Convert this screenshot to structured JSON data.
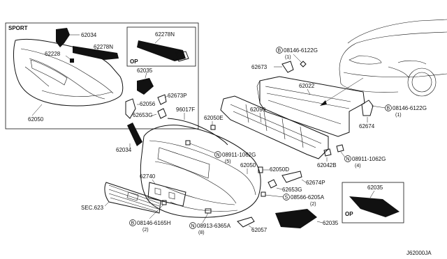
{
  "insets": {
    "sport": "SPORT",
    "op_top": "OP",
    "op_bottom": "OP"
  },
  "parts": {
    "p62034_sport": "62034",
    "p62278N_sport": "62278N",
    "p62228": "62228",
    "p62278N_op": "62278N",
    "p62035_sport": "62035",
    "p62050_sport": "62050",
    "p62673P": "62673P",
    "p62056": "62056",
    "p62653G_left": "62653G",
    "p62034_main": "62034",
    "p96017F": "96017F",
    "p62050E": "62050E",
    "p62090": "62090",
    "p62022": "62022",
    "p62673": "62673",
    "p62674_right": "62674",
    "p62042B": "62042B",
    "p62740": "62740",
    "p62050_main": "62050",
    "p62050D": "62050D",
    "p62674P": "62674P",
    "p62653G_right": "62653G",
    "p62035_main": "62035",
    "p62057": "62057",
    "p62035_op": "62035",
    "sec623": "SEC.623"
  },
  "fasteners": {
    "b1_code": "08146-6122G",
    "b1_qty": "(1)",
    "b2_code": "08146-6122G",
    "b2_qty": "(1)",
    "n1_code": "08911-1062G",
    "n1_qty": "(5)",
    "n2_code": "08911-1062G",
    "n2_qty": "(4)",
    "s1_code": "08566-6205A",
    "s1_qty": "(2)",
    "b3_code": "08146-6165H",
    "b3_qty": "(2)",
    "n3_code": "08913-6365A",
    "n3_qty": "(8)"
  },
  "symbols": {
    "bolt": "B",
    "nut": "N",
    "screw": "S"
  },
  "diagram_id": "J62000JA"
}
